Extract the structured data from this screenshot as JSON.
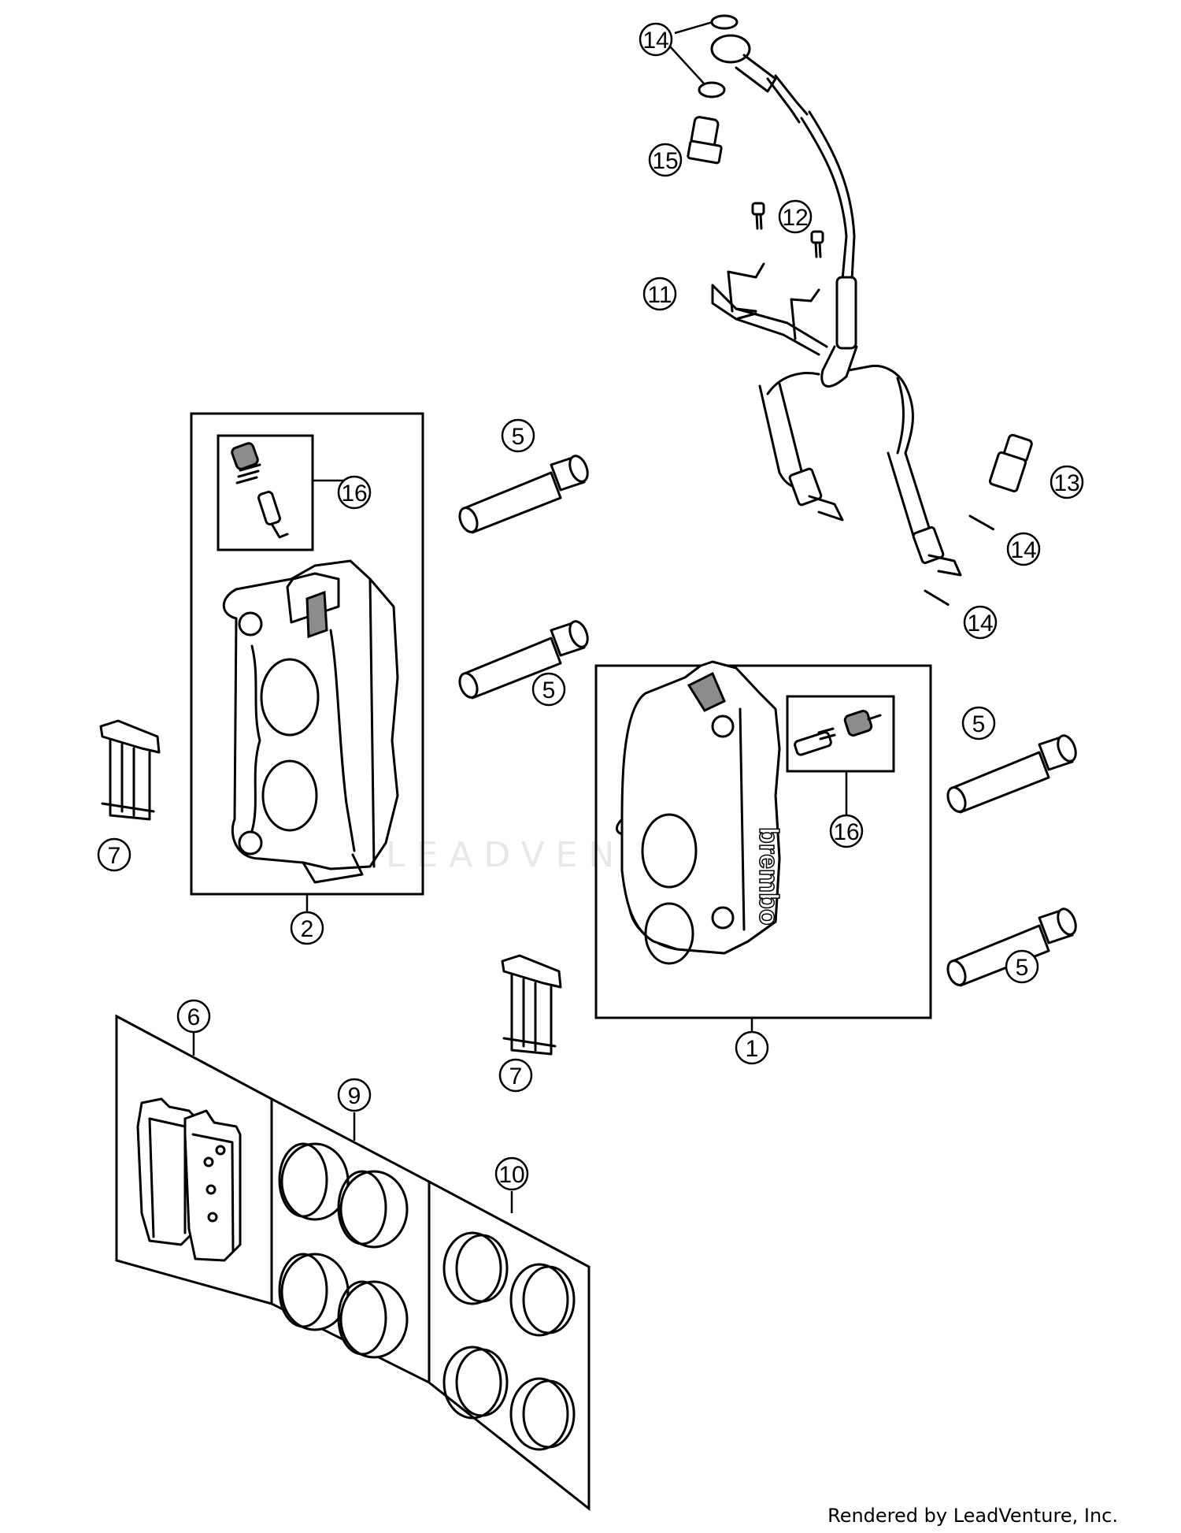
{
  "callouts": [
    {
      "label": "1"
    },
    {
      "label": "2"
    },
    {
      "label": "5"
    },
    {
      "label": "5"
    },
    {
      "label": "5"
    },
    {
      "label": "5"
    },
    {
      "label": "6"
    },
    {
      "label": "7"
    },
    {
      "label": "7"
    },
    {
      "label": "9"
    },
    {
      "label": "10"
    },
    {
      "label": "11"
    },
    {
      "label": "12"
    },
    {
      "label": "13"
    },
    {
      "label": "14"
    },
    {
      "label": "14"
    },
    {
      "label": "14"
    },
    {
      "label": "15"
    },
    {
      "label": "16"
    },
    {
      "label": "16"
    }
  ],
  "caliper_brand": "brembo",
  "watermark": "LEADVENTURE",
  "credit": "Rendered by LeadVenture, Inc."
}
